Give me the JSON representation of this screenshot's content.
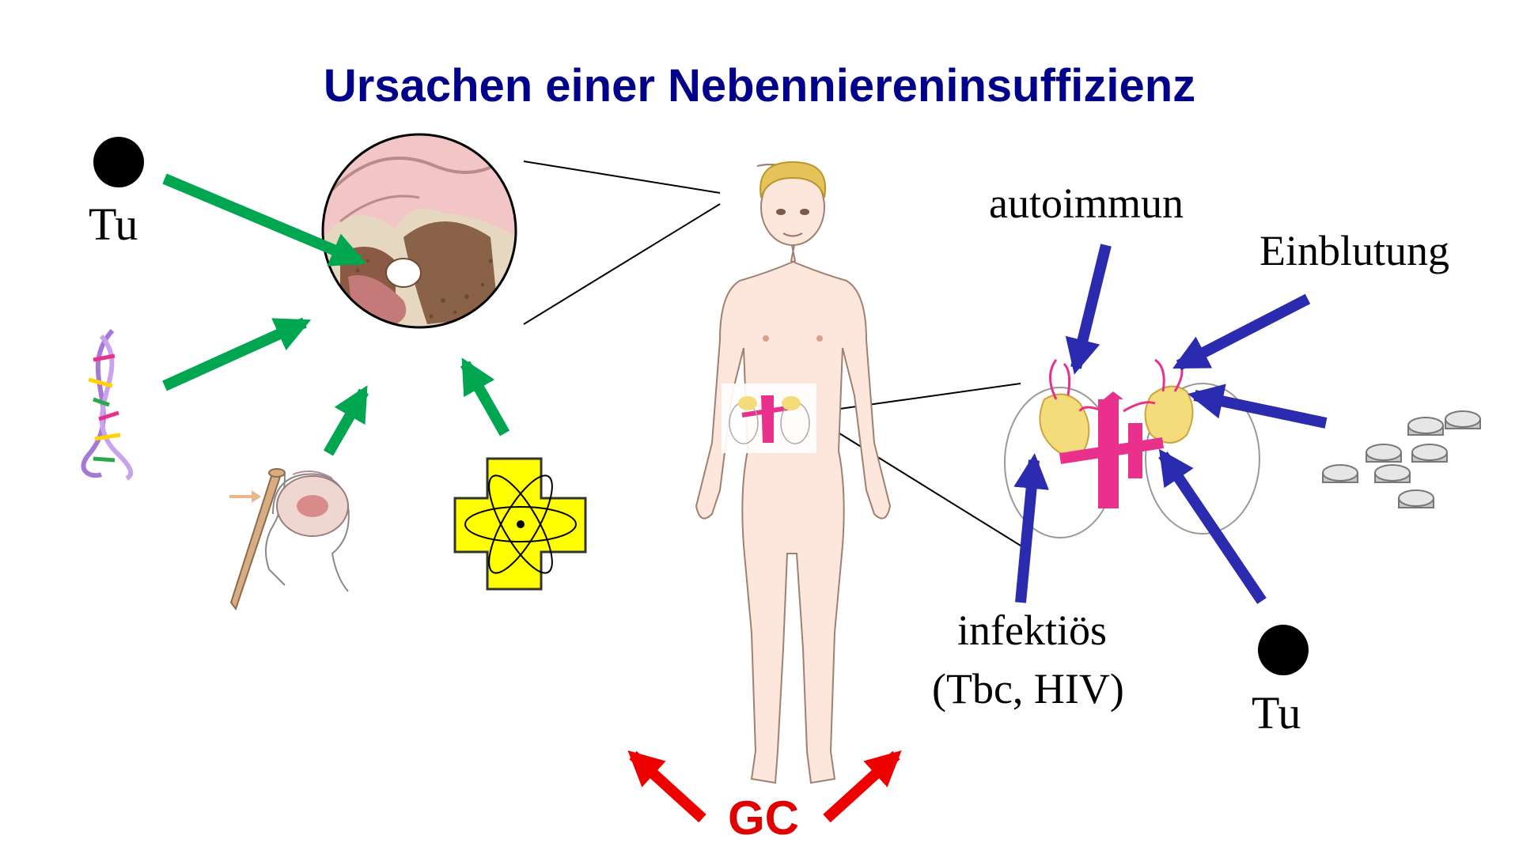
{
  "title": "Ursachen einer Nebenniereninsuffizienz",
  "left": {
    "tumor_label": "Tu"
  },
  "right": {
    "autoimmune_label": "autoimmun",
    "hemorrhage_label": "Einblutung",
    "infectious_label": "infektiös",
    "infectious_examples": "(Tbc, HIV)",
    "tumor_label": "Tu"
  },
  "bottom": {
    "gc_label": "GC"
  },
  "colors": {
    "title": "#00008b",
    "pituitary_arrows": "#00a650",
    "adrenal_arrows": "#2b2bb0",
    "gc_arrows": "#ee0000",
    "cross": "#ffff00",
    "skin": "#fde6dc",
    "vessels": "#e8308c",
    "adrenal_gland": "#f5dc7a"
  },
  "icons": [
    "tumor-dot-icon",
    "dna-icon",
    "head-trauma-icon",
    "radiation-cross-icon",
    "pituitary-icon",
    "human-body-icon",
    "adrenal-kidney-icon",
    "pills-icon"
  ]
}
